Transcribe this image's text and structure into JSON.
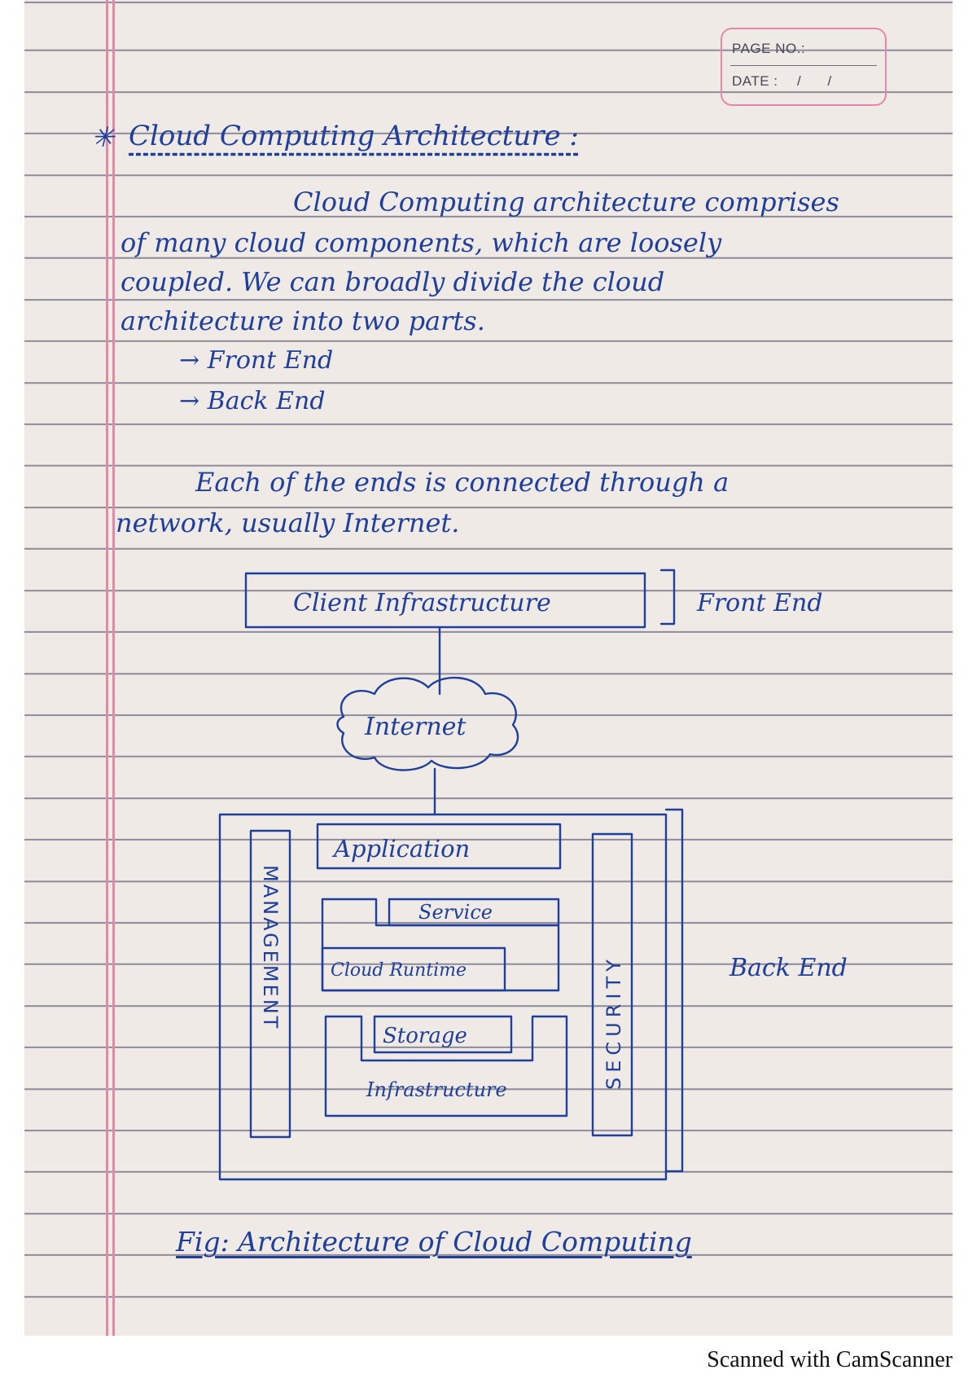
{
  "header_box": {
    "page_no_label": "PAGE NO.:",
    "date_label": "DATE :",
    "date_value": "/ /"
  },
  "heading": {
    "bullet": "✳",
    "title": "Cloud Computing Architecture :"
  },
  "paragraphs": {
    "p1_lines": [
      "Cloud Computing architecture comprises",
      "of many cloud components, which are loosely",
      "coupled. We can broadly divide the cloud",
      "architecture into two parts."
    ],
    "list": [
      "→ Front End",
      "→ Back End"
    ],
    "p2_lines": [
      "Each of the ends is connected through a",
      "network, usually Internet."
    ]
  },
  "diagram": {
    "client_box": "Client Infrastructure",
    "front_end_label": "Front End",
    "internet": "Internet",
    "application": "Application",
    "service": "Service",
    "cloud_runtime": "Cloud Runtime",
    "storage": "Storage",
    "infrastructure": "Infrastructure",
    "management": "MANAGEMENT",
    "security": "SECURITY",
    "back_end_label": "Back End"
  },
  "caption": "Fig: Architecture of Cloud Computing",
  "footer": "Scanned with CamScanner",
  "colors": {
    "ink": "#1f3f9a",
    "margin": "#e08aa8",
    "paper": "#efeae6",
    "rules": "#8d8a9a"
  }
}
